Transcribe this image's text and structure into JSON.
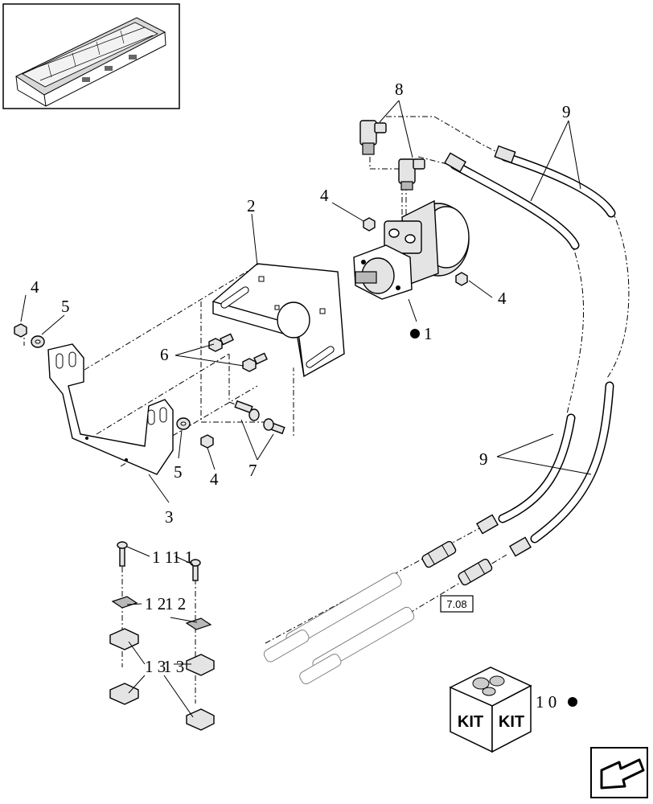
{
  "callouts": {
    "c8": "8",
    "c9_top": "9",
    "c4_a": "4",
    "c2": "2",
    "c4_b": "4",
    "c4_left": "4",
    "c5_left": "5",
    "c1_motor": "1",
    "c6": "6",
    "c5_bottom": "5",
    "c4_bottom": "4",
    "c7": "7",
    "c3": "3",
    "c9_bottom": "9",
    "c11_a": "1 1",
    "c11_b": "1 1",
    "c12_a": "1 2",
    "c12_b": "1 2",
    "c13_a": "1 3",
    "c13_b": "1 3",
    "c10": "1 0"
  },
  "reference_box": "7.08",
  "kit_label": "KIT",
  "icons": {
    "header_thumbnail": "header-assembly-thumbnail",
    "motor_marker": "black-dot-marker",
    "kit_marker": "black-dot-marker",
    "nav": "return-arrow-icon"
  }
}
